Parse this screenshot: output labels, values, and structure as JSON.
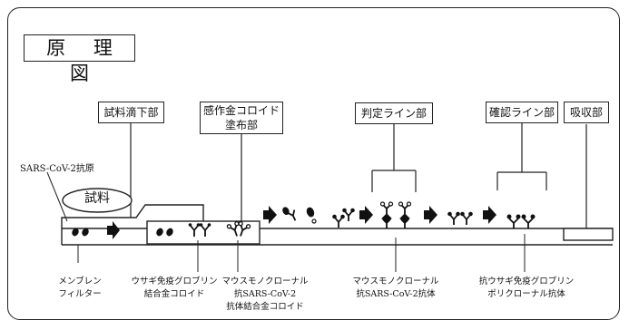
{
  "title": "原 理 図",
  "sections": {
    "sample_drop": "試料滴下部",
    "conjugate": [
      "感作金コロイド",
      "塗布部"
    ],
    "test_line": "判定ライン部",
    "control_line": "確認ライン部",
    "absorbent": "吸収部"
  },
  "antigen_label": "SARS-CoV-2抗原",
  "sample_label": "試料",
  "bottom_labels": {
    "membrane": [
      "メンブレン",
      "フィルター"
    ],
    "rabbit_igg_gold": [
      "ウサギ免疫グロブリン",
      "結合金コロイド"
    ],
    "mouse_mono_gold": [
      "マウスモノクローナル",
      "抗SARS-CoV-2",
      "抗体結合金コロイド"
    ],
    "mouse_mono_ab": [
      "マウスモノクローナル",
      "抗SARS-CoV-2抗体"
    ],
    "anti_rabbit_poly": [
      "抗ウサギ免疫グロブリン",
      "ポリクローナル抗体"
    ]
  },
  "colors": {
    "line": "#222222",
    "fill": "#111111",
    "background": "#ffffff"
  }
}
